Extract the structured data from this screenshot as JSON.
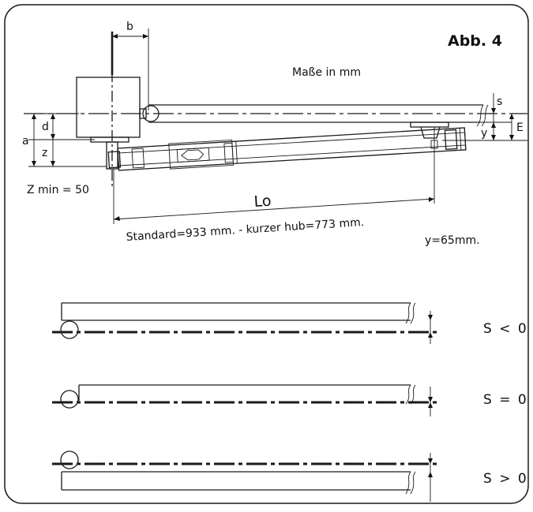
{
  "figure": {
    "title": "Abb. 4",
    "units_note": "Maße in mm",
    "labels": {
      "b": "b",
      "a": "a",
      "d": "d",
      "z": "z",
      "s": "s",
      "y": "y",
      "E": "E",
      "Lo": "Lo"
    },
    "z_min": "Z min = 50",
    "standard": "Standard=933 mm. - kurzer hub=773 mm.",
    "y_value": "y=65mm.",
    "conditions": [
      {
        "label": "S  < 0"
      },
      {
        "label": "S  = 0"
      },
      {
        "label": "S  > 0"
      }
    ]
  }
}
